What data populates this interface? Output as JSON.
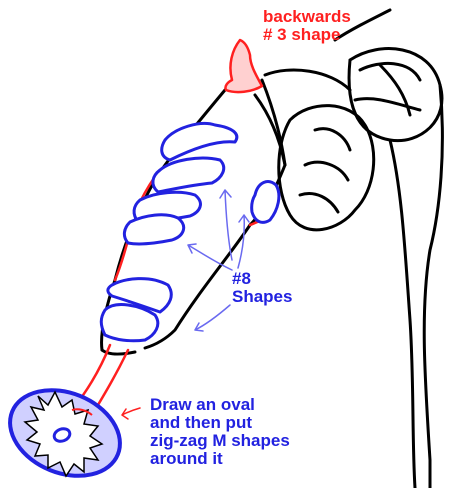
{
  "colors": {
    "outline": "#000000",
    "red": "#ff2020",
    "blue": "#2222e0",
    "red_fill": "#ffd0d0",
    "blue_fill": "#d0d0ff",
    "background": "#ffffff"
  },
  "labels": {
    "backwards_shape": {
      "line1": "backwards",
      "line2": "# 3 shape",
      "color": "#ff2020"
    },
    "shapes8": {
      "line1": "#8",
      "line2": "Shapes",
      "color": "#2222e0"
    },
    "oval_instructions": {
      "line1": "Draw an oval",
      "line2": "and then put",
      "line3": "zig-zag M shapes",
      "line4": "around it",
      "color": "#2222e0"
    }
  }
}
